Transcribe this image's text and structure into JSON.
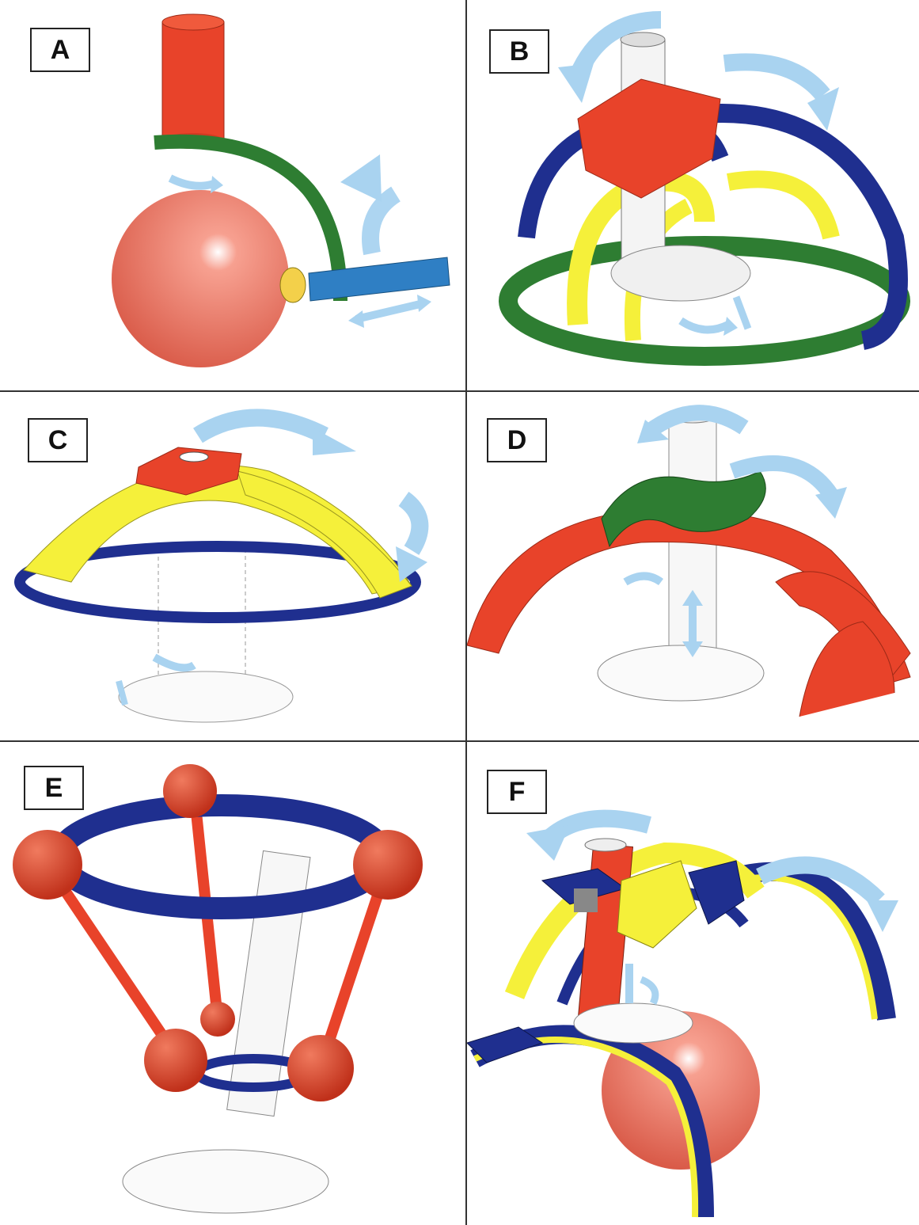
{
  "panels": [
    {
      "label": "A",
      "name": "panel-a"
    },
    {
      "label": "B",
      "name": "panel-b"
    },
    {
      "label": "C",
      "name": "panel-c"
    },
    {
      "label": "D",
      "name": "panel-d"
    },
    {
      "label": "E",
      "name": "panel-e"
    },
    {
      "label": "F",
      "name": "panel-f"
    }
  ],
  "colors": {
    "red": "#e8432a",
    "green": "#2e7d32",
    "blue": "#1f2f8f",
    "yellow": "#f5f03a",
    "light_blue": "#a9d3f0",
    "bar_blue": "#2f7fc4",
    "sphere": "#f08070",
    "grid": "#333333"
  }
}
